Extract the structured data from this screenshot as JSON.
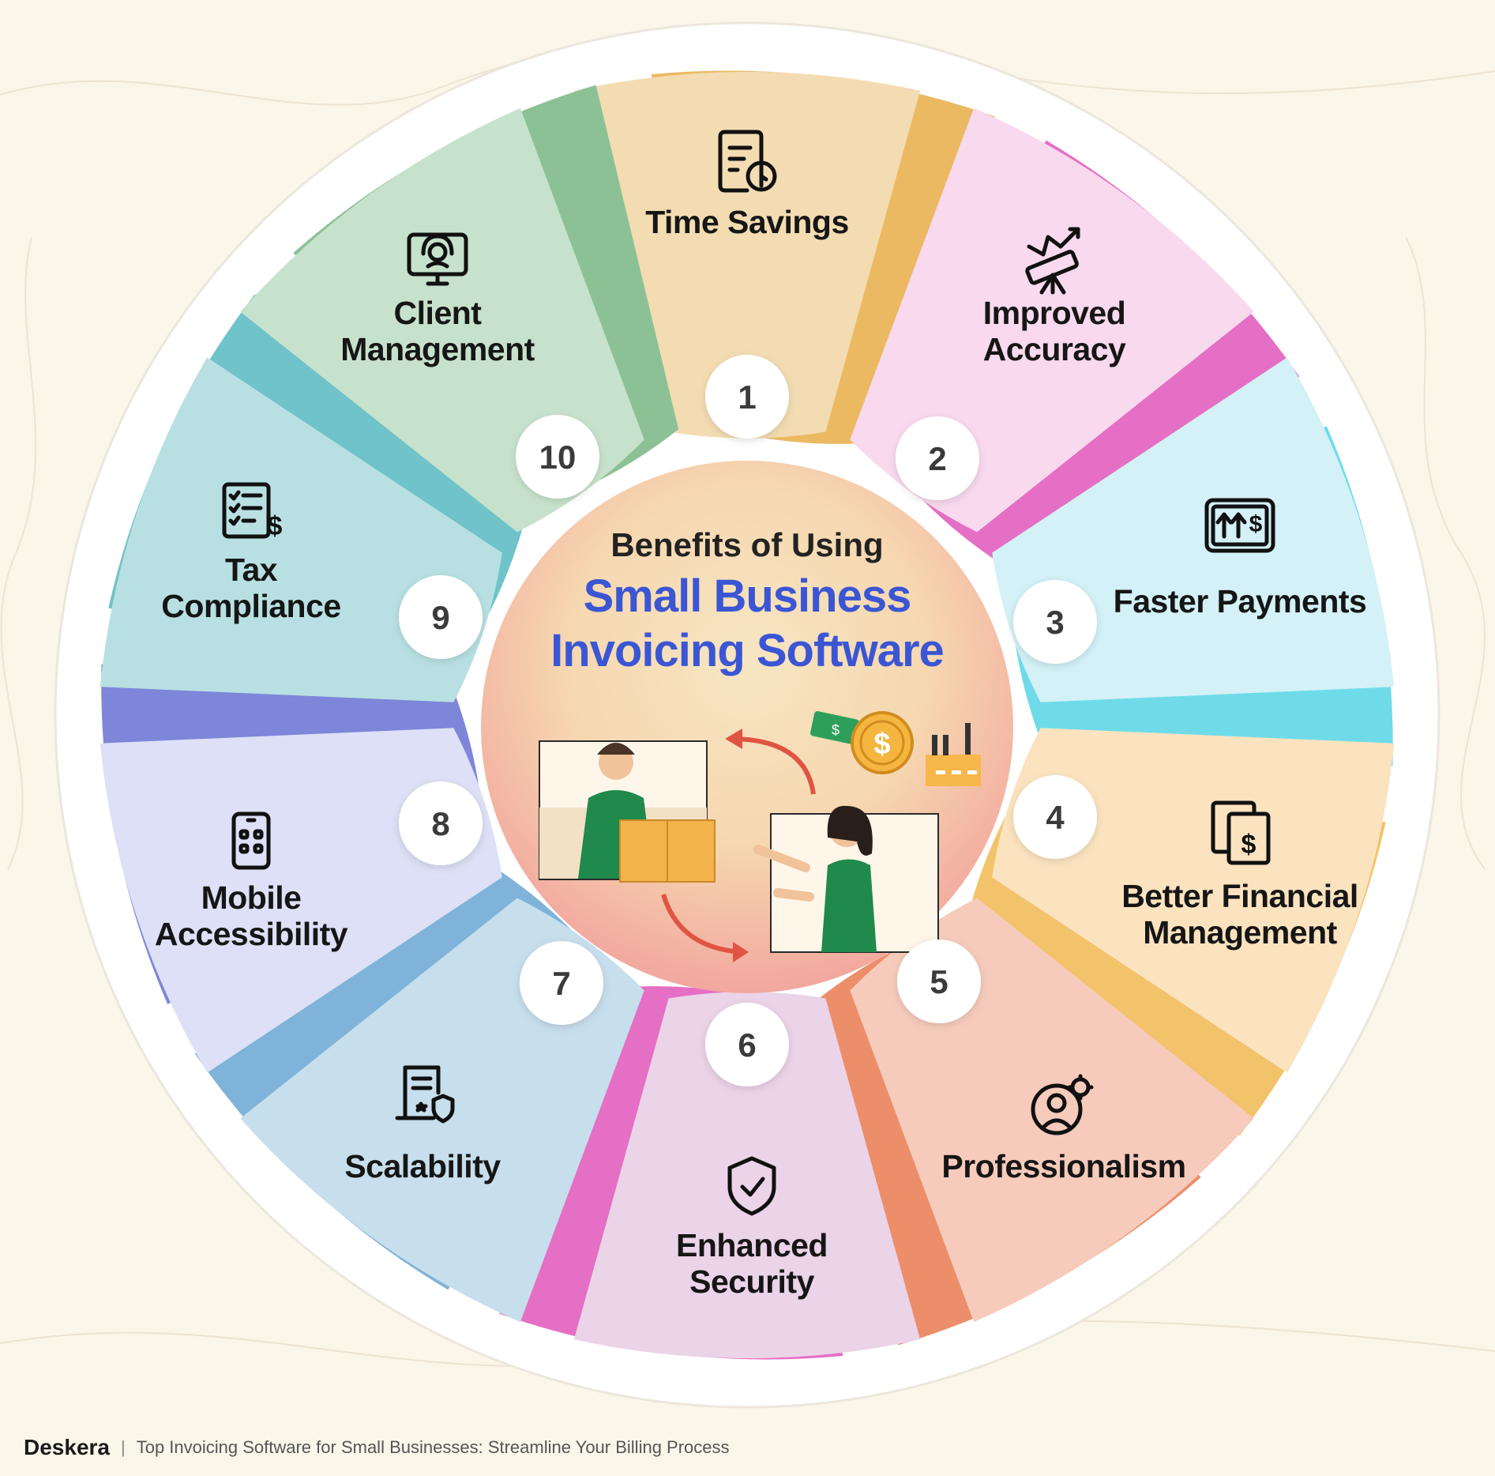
{
  "title": {
    "line1": "Benefits of Using",
    "line2": "Small Business",
    "line3": "Invoicing Software"
  },
  "benefits": [
    {
      "number": "1",
      "lines": [
        "Time Savings"
      ],
      "icon": "clipboard-clock-icon",
      "color": "#f3dcb2",
      "edge": "#ecb963"
    },
    {
      "number": "2",
      "lines": [
        "Improved",
        "Accuracy"
      ],
      "icon": "telescope-chart-icon",
      "color": "#f8d9ee",
      "edge": "#e46fc4"
    },
    {
      "number": "3",
      "lines": [
        "Faster Payments"
      ],
      "icon": "money-arrows-icon",
      "color": "#d3f1f6",
      "edge": "#6fdbe9"
    },
    {
      "number": "4",
      "lines": [
        "Better Financial",
        "Management"
      ],
      "icon": "financial-folder-icon",
      "color": "#fbe3bf",
      "edge": "#f3c36c"
    },
    {
      "number": "5",
      "lines": [
        "Professionalism"
      ],
      "icon": "user-gear-icon",
      "color": "#f6cbbc",
      "edge": "#ec8e6a"
    },
    {
      "number": "6",
      "lines": [
        "Enhanced",
        "Security"
      ],
      "icon": "shield-check-icon",
      "color": "#ebd3e8",
      "edge": "#e46fc4"
    },
    {
      "number": "7",
      "lines": [
        "Scalability"
      ],
      "icon": "certificate-icon",
      "color": "#c7deec",
      "edge": "#7fb3d9"
    },
    {
      "number": "8",
      "lines": [
        "Mobile",
        "Accessibility"
      ],
      "icon": "mobile-phone-icon",
      "color": "#dde0f6",
      "edge": "#7d86d9"
    },
    {
      "number": "9",
      "lines": [
        "Tax",
        "Compliance"
      ],
      "icon": "tax-checklist-icon",
      "color": "#b8e0e2",
      "edge": "#6fc3c9"
    },
    {
      "number": "10",
      "lines": [
        "Client",
        "Management"
      ],
      "icon": "headset-monitor-icon",
      "color": "#c7e2cc",
      "edge": "#8cc196"
    }
  ],
  "footer": {
    "brand": "Deskera",
    "separator": "|",
    "text": "Top Invoicing Software for Small Businesses: Streamline Your Billing Process"
  },
  "illustration": {
    "description_icons": [
      "person-with-box-icon",
      "woman-receiving-icon",
      "dollar-coin-icon",
      "banknote-icon",
      "factory-icon",
      "arrow-icon"
    ]
  }
}
